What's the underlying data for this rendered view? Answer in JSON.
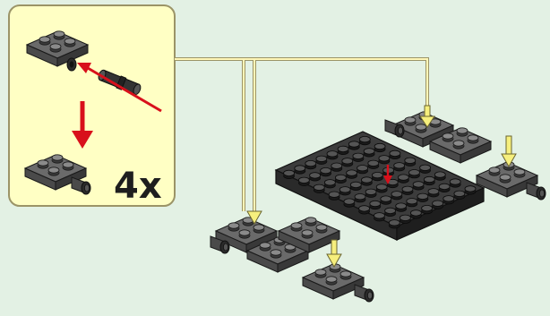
{
  "callout": {
    "multiplier_label": "4x",
    "background_color": "#ffffc4",
    "border_color": "#9b9467"
  },
  "colors": {
    "page_background": "#e3f1e4",
    "brick_dark_gray": "#5a5a5a",
    "brick_black": "#3c3c3c",
    "arrow_red": "#d8101b",
    "arrow_yellow": "#f6ef7d",
    "leader_line": "#9b9467"
  },
  "steps": [
    {
      "icon": "plate-2x2-with-pin-hole-icon",
      "action": "insert"
    },
    {
      "icon": "technic-pin-icon",
      "action": "insert-into-plate"
    },
    {
      "icon": "plate-2x2-with-pin-icon",
      "action": "result"
    }
  ],
  "build": {
    "base_plate_icon": "plate-6x8-black-icon",
    "attached_parts_count": 4
  }
}
